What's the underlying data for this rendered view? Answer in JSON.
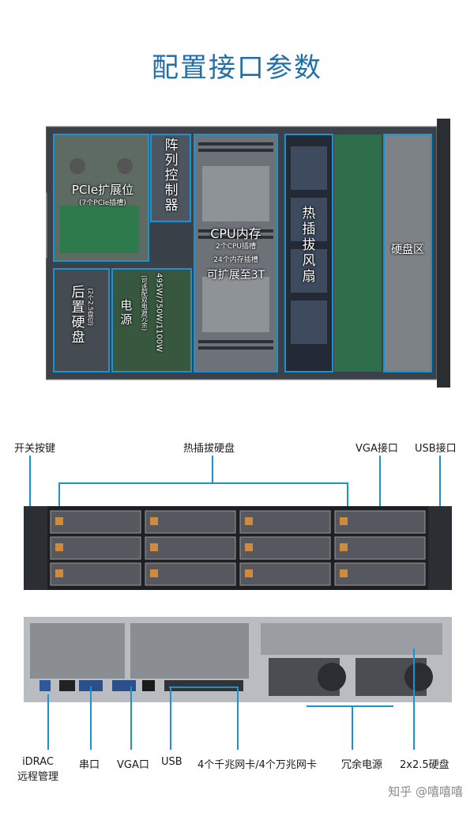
{
  "title": "配置接口参数",
  "top_view": {
    "pcie_title": "PCIe扩展位",
    "pcie_sub": "(7个PCIe插槽)",
    "raid": "阵列控制器",
    "cpu_title": "CPU内存",
    "cpu_sub1": "2个CPU插槽",
    "cpu_sub2": "24个内存插槽",
    "cpu_sub3": "可扩展至3T",
    "fan": "热插拔风扇",
    "disk": "硬盘区",
    "rear_disk": "后置硬盘",
    "rear_disk_sub": "(2个2.5盘位)",
    "psu": "电源",
    "psu_sub1": "495W/750W/1100W",
    "psu_sub2": "(可选配双电源冗余)"
  },
  "front_labels": {
    "power_button": "开关按键",
    "hot_swap": "热插拔硬盘",
    "vga": "VGA接口",
    "usb": "USB接口"
  },
  "back_labels": {
    "idrac": "iDRAC\n远程管理",
    "serial": "串口",
    "vga": "VGA口",
    "usb": "USB",
    "nic": "4个千兆网卡/4个万兆网卡",
    "psu": "冗余电源",
    "disk": "2x2.5硬盘"
  },
  "watermark": "知乎 @嘻嘻嘻",
  "colors": {
    "accent": "#1c93d0",
    "title": "#1f6fa8"
  }
}
